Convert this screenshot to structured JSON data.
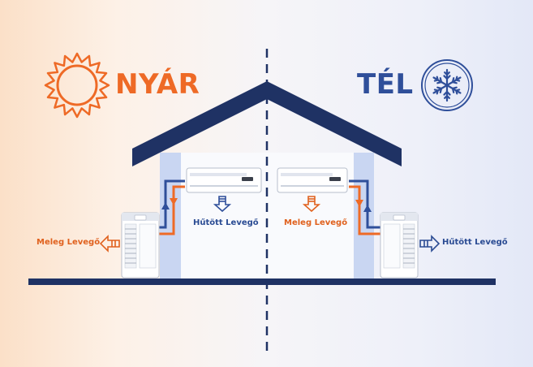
{
  "summer": {
    "title": "NYÁR",
    "warm_air_label": "Meleg Levegő",
    "cooled_air_label": "Hűtött Levegő",
    "icon": "sun-icon"
  },
  "winter": {
    "title": "TÉL",
    "warm_air_label": "Meleg Levegő",
    "cooled_air_label": "Hűtött Levegő",
    "icon": "snowflake-icon"
  },
  "colors": {
    "orange": "#ee6a26",
    "navy": "#1f3264",
    "blue": "#2f4f9a",
    "light_blue": "#c9d6f2"
  }
}
